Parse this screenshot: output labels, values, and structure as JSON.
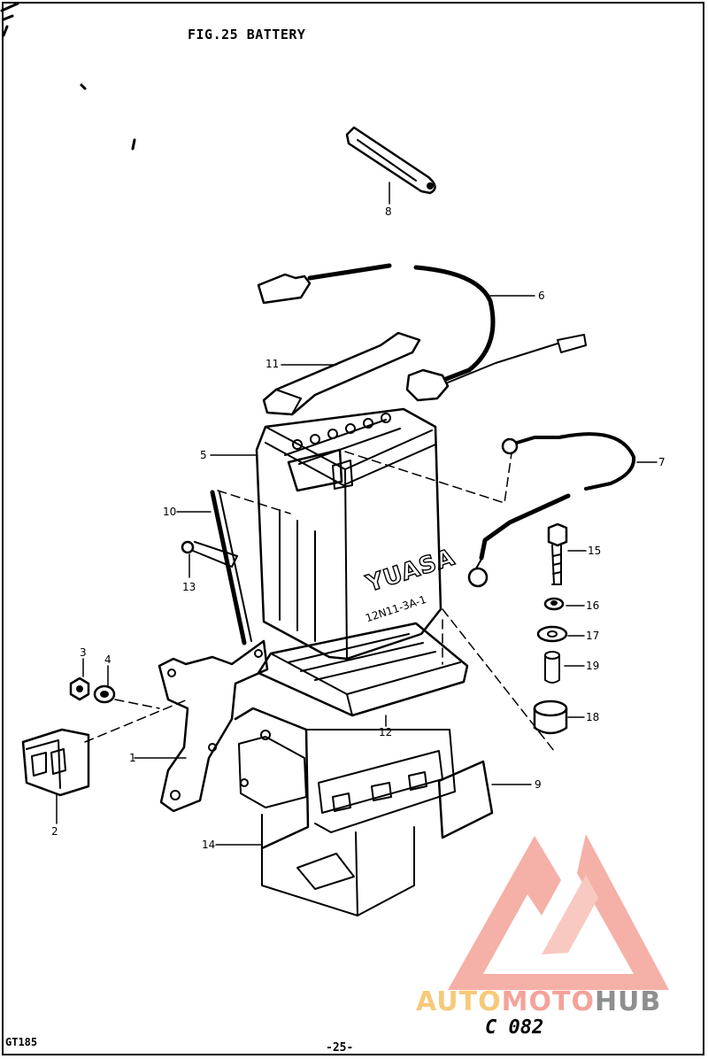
{
  "title": "FIG.25  BATTERY",
  "battery": {
    "brand": "YUASA",
    "model": "12N11-3A-1"
  },
  "callouts": [
    {
      "id": "1",
      "label": "1"
    },
    {
      "id": "2",
      "label": "2"
    },
    {
      "id": "3",
      "label": "3"
    },
    {
      "id": "4",
      "label": "4"
    },
    {
      "id": "5",
      "label": "5"
    },
    {
      "id": "6",
      "label": "6"
    },
    {
      "id": "7",
      "label": "7"
    },
    {
      "id": "8",
      "label": "8"
    },
    {
      "id": "9",
      "label": "9"
    },
    {
      "id": "10",
      "label": "10"
    },
    {
      "id": "11",
      "label": "11"
    },
    {
      "id": "12",
      "label": "12"
    },
    {
      "id": "13",
      "label": "13"
    },
    {
      "id": "14",
      "label": "14"
    },
    {
      "id": "15",
      "label": "15"
    },
    {
      "id": "16",
      "label": "16"
    },
    {
      "id": "17",
      "label": "17"
    },
    {
      "id": "18",
      "label": "18"
    },
    {
      "id": "19",
      "label": "19"
    }
  ],
  "footer": {
    "model_code": "GT185",
    "page_number": "-25-",
    "figure_code": "C 082"
  },
  "watermark": {
    "part1": "AUTO",
    "part2": "MOTO",
    "part3": "HUB"
  },
  "colors": {
    "ink": "#000000",
    "watermark_red": "#f4a39a",
    "watermark_orange": "#f7c97a",
    "watermark_gray": "#8f8f8f"
  }
}
